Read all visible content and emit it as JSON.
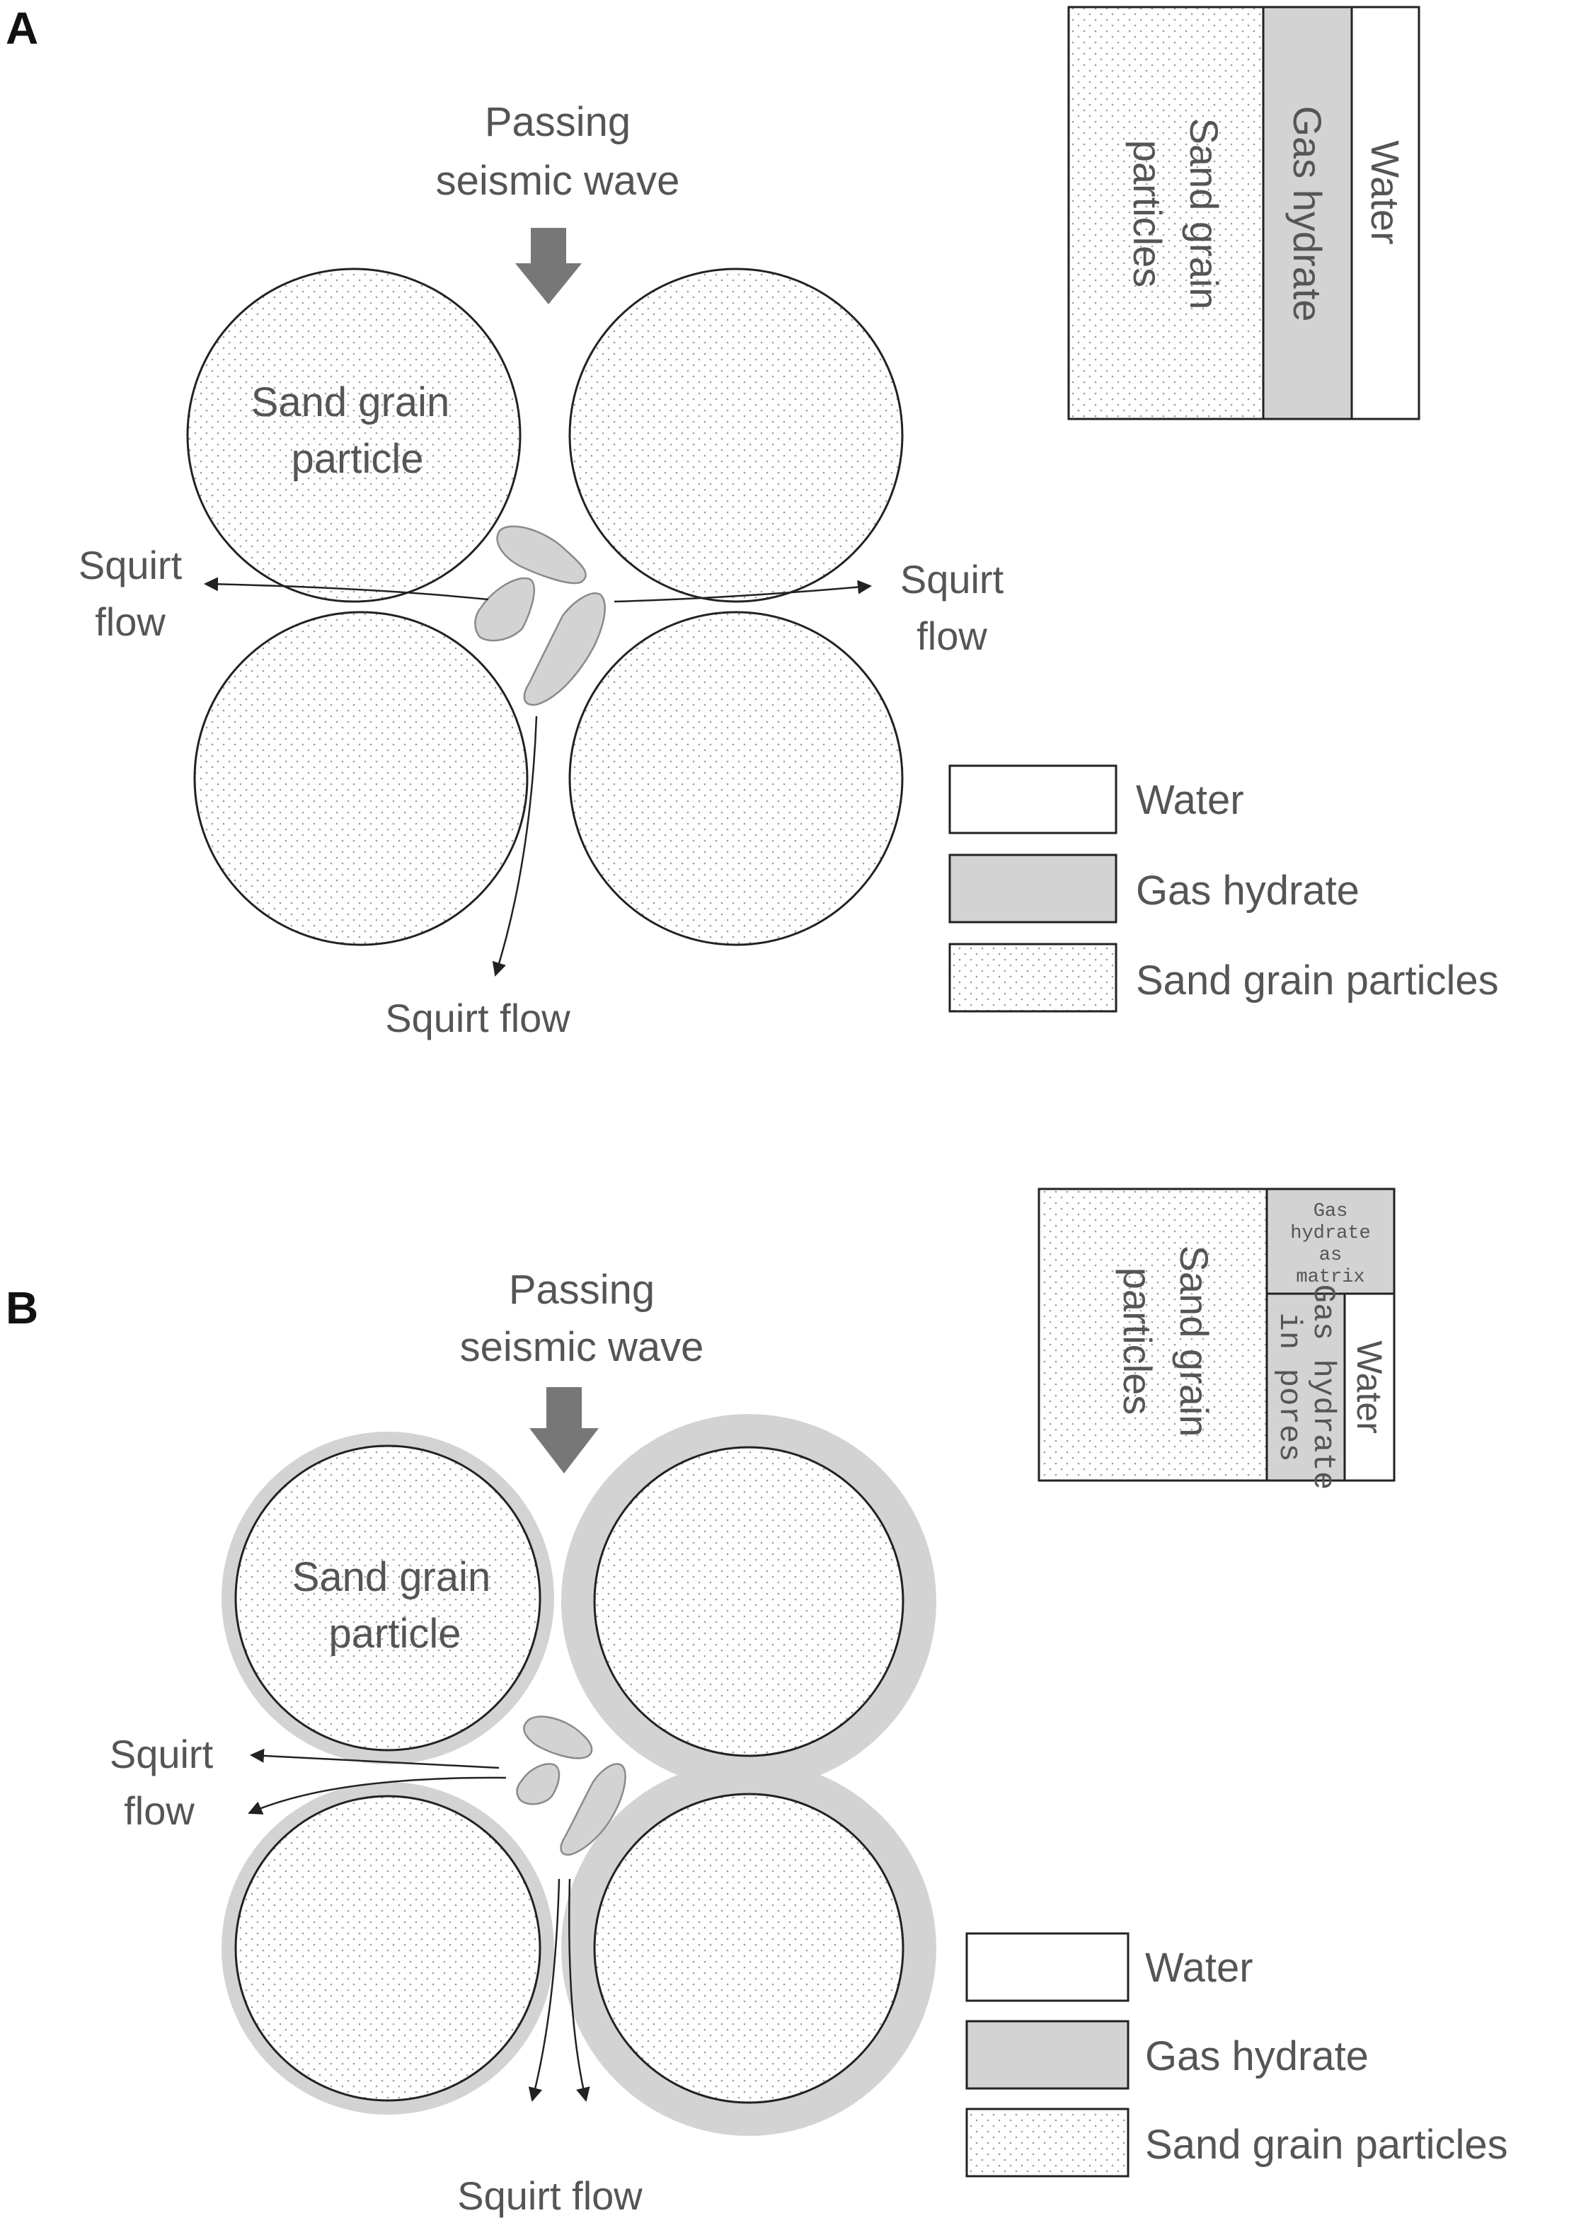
{
  "colors": {
    "gas_hydrate_fill": "#d3d3d3",
    "wave_arrow": "#777777",
    "outline": "#222222",
    "text": "#555555"
  },
  "panel_a": {
    "letter": "A",
    "wave_label": [
      "Passing",
      "seismic wave"
    ],
    "grain_label": [
      "Sand grain",
      "particle"
    ],
    "squirt_left": [
      "Squirt",
      "flow"
    ],
    "squirt_right": [
      "Squirt",
      "flow"
    ],
    "squirt_bottom": "Squirt flow",
    "column": {
      "sand": [
        "Sand grain",
        "particles"
      ],
      "hydrate": "Gas hydrate",
      "water": "Water"
    },
    "legend": [
      {
        "label": "Water",
        "fill": "water"
      },
      {
        "label": "Gas hydrate",
        "fill": "hydrate"
      },
      {
        "label": "Sand grain particles",
        "fill": "sand"
      }
    ]
  },
  "panel_b": {
    "letter": "B",
    "wave_label": [
      "Passing",
      "seismic wave"
    ],
    "grain_label": [
      "Sand grain",
      "particle"
    ],
    "squirt_left": [
      "Squirt",
      "flow"
    ],
    "squirt_bottom": "Squirt flow",
    "column": {
      "sand": [
        "Sand grain",
        "particles"
      ],
      "hydrate_matrix": [
        "Gas",
        "hydrate",
        "as",
        "matrix"
      ],
      "hydrate_pores": [
        "Gas hydrate",
        "in pores"
      ],
      "water": "Water"
    },
    "legend": [
      {
        "label": "Water",
        "fill": "water"
      },
      {
        "label": "Gas hydrate",
        "fill": "hydrate"
      },
      {
        "label": "Sand grain particles",
        "fill": "sand"
      }
    ]
  }
}
